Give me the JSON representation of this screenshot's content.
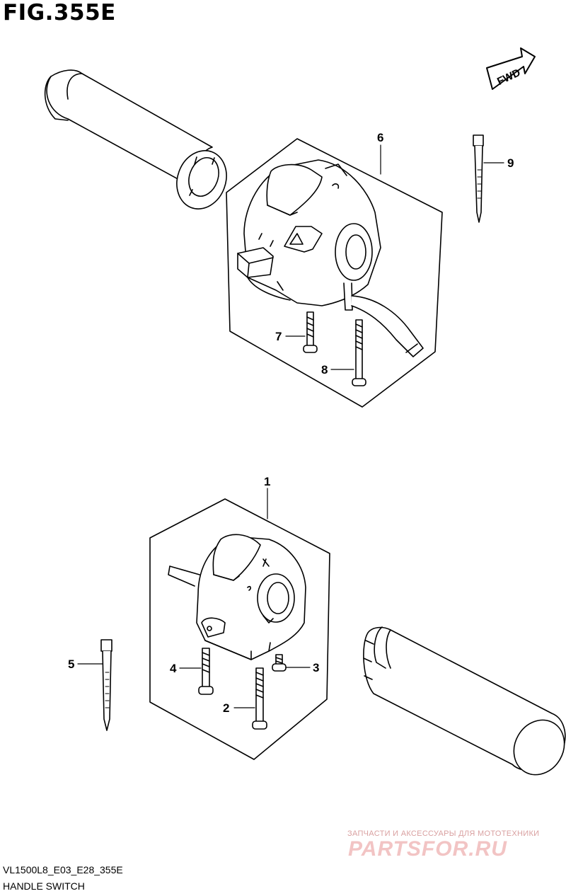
{
  "figure": {
    "title": "FIG.355E",
    "code": "VL1500L8_E03_E28_355E",
    "name": "HANDLE SWITCH"
  },
  "fwd_badge": "FWD",
  "callouts": [
    "1",
    "2",
    "3",
    "4",
    "5",
    "6",
    "7",
    "8",
    "9"
  ],
  "watermark": {
    "line1": "ЗАПЧАСТИ И АКСЕССУАРЫ ДЛЯ МОТОТЕХНИКИ",
    "line2": "PARTSFOR.RU"
  }
}
